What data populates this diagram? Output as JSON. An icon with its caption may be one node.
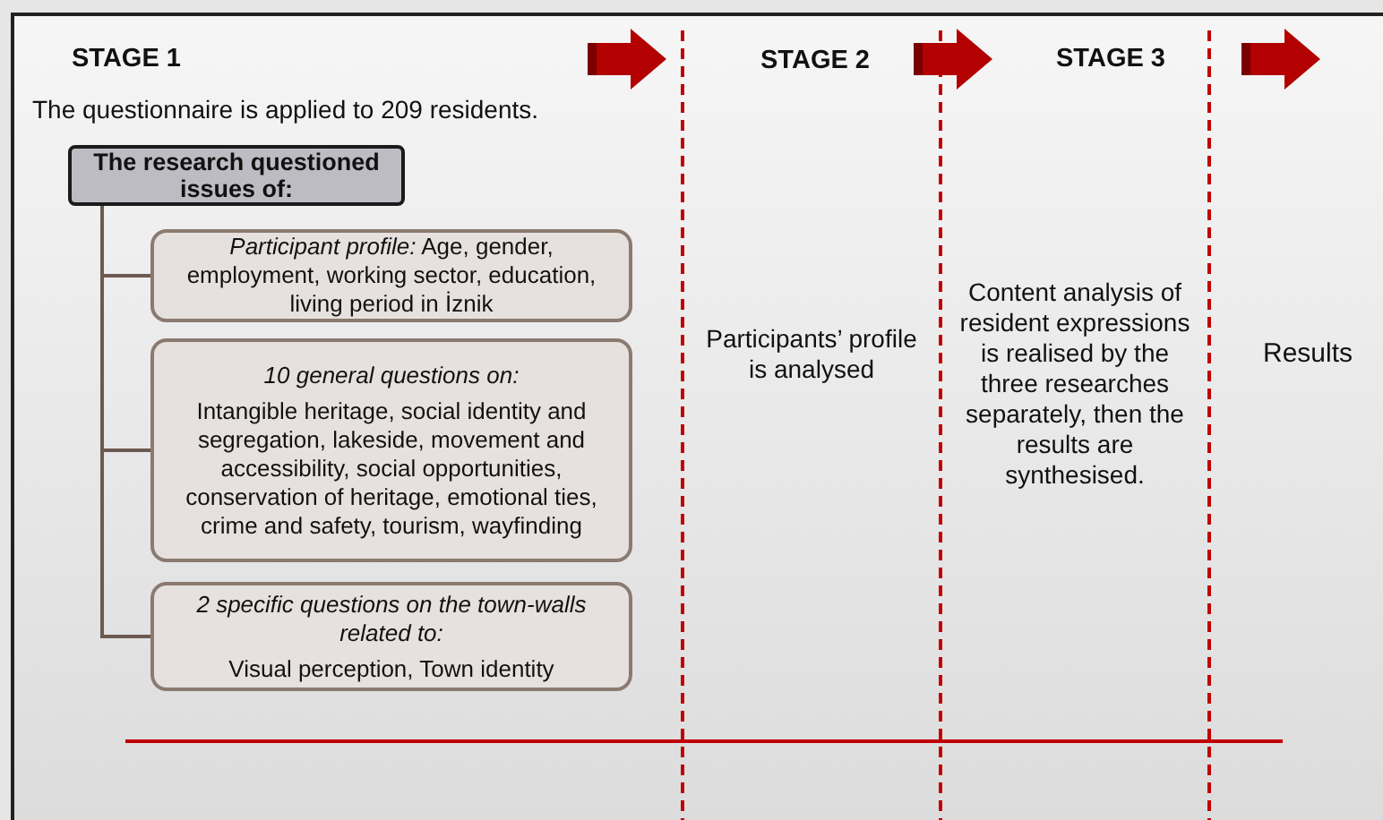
{
  "diagram": {
    "nodes": [
      {
        "text": [
          "The research questioned issues of:"
        ]
      },
      {
        "text": [
          "*Participant profile:* Age, gender, employment, working sector, education, living period in İznik"
        ]
      },
      {
        "text": [
          "10 general questions on:",
          "Intangible heritage, social identity and segregation, lakeside, movement and accessibility, social opportunities, conservation of heritage, emotional ties, crime and safety, tourism, wayfinding"
        ]
      },
      {
        "text": [
          "2 specific questions on the town-walls related to:",
          "Visual perception, Town identity"
        ]
      }
    ],
    "edges": [
      {
        "from": 0,
        "to": 1,
        "arrow": "none"
      },
      {
        "from": 0,
        "to": 2,
        "arrow": "none"
      },
      {
        "from": 0,
        "to": 3,
        "arrow": "none"
      }
    ],
    "labels": [
      "STAGE 1",
      "STAGE 2",
      "STAGE 3",
      "The questionnaire is applied to 209 residents.",
      "Participants’ profile is analysed",
      "Content analysis of resident expressions is realised by the three researches separately, then the results are synthesised.",
      "Results"
    ]
  }
}
